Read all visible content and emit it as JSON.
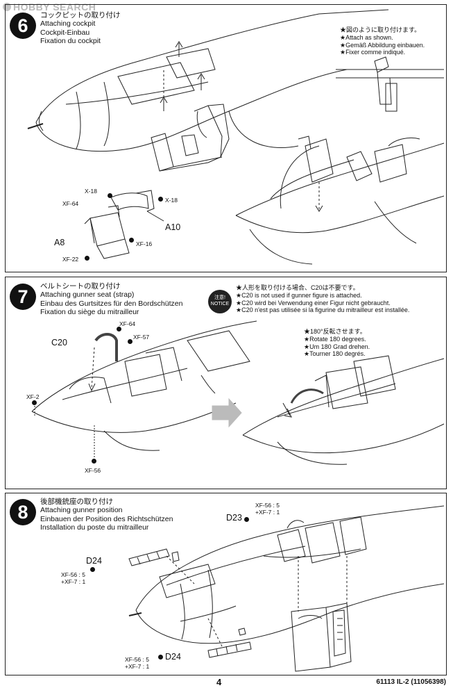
{
  "watermark": "HOBBY SEARCH",
  "steps": [
    {
      "number": "6",
      "titles": [
        "コックピットの取り付け",
        "Attaching cockpit",
        "Cockpit-Einbau",
        "Fixation du cockpit"
      ],
      "notes": [
        "★図のように取り付けます。",
        "★Attach as shown.",
        "★Gemäß Abbildung einbauen.",
        "★Fixer comme indiqué."
      ],
      "labels": {
        "a8": "A8",
        "a10": "A10",
        "x18a": "X-18",
        "x18b": "X-18",
        "xf64": "XF-64",
        "xf16": "XF-16",
        "xf22": "XF-22"
      }
    },
    {
      "number": "7",
      "titles": [
        "ベルトシートの取り付け",
        "Attaching gunner seat (strap)",
        "Einbau des Gurtsitzes für den Bordschützen",
        "Fixation du siège du mitrailleur"
      ],
      "caution_badge": [
        "注意!",
        "NOTICE"
      ],
      "caution": [
        "★人形を取り付ける場合、C20は不要です。",
        "★C20 is not used if gunner figure is attached.",
        "★C20 wird bei Verwendung einer Figur nicht gebraucht.",
        "★C20 n'est pas utilisée si la figurine du mitrailleur est installée."
      ],
      "rotate": [
        "★180°反転させます。",
        "★Rotate 180 degrees.",
        "★Um 180 Grad drehen.",
        "★Tourner 180 degrés."
      ],
      "labels": {
        "c20": "C20",
        "xf64": "XF-64",
        "xf57": "XF-57",
        "xf2": "XF-2",
        "xf56": "XF-56"
      }
    },
    {
      "number": "8",
      "titles": [
        "後部機銃座の取り付け",
        "Attaching gunner position",
        "Einbauen der Position des Richtschützen",
        "Installation du poste du mitrailleur"
      ],
      "labels": {
        "d23": "D23",
        "d24a": "D24",
        "d24b": "D24",
        "mix1a": "XF-56 : 5",
        "mix1b": "+XF-7 : 1",
        "mix2a": "XF-56 : 5",
        "mix2b": "+XF-7 : 1",
        "mix3a": "XF-56 : 5",
        "mix3b": "+XF-7 : 1"
      }
    }
  ],
  "footer": {
    "page": "4",
    "code": "61113 IL-2 (11056398)"
  }
}
